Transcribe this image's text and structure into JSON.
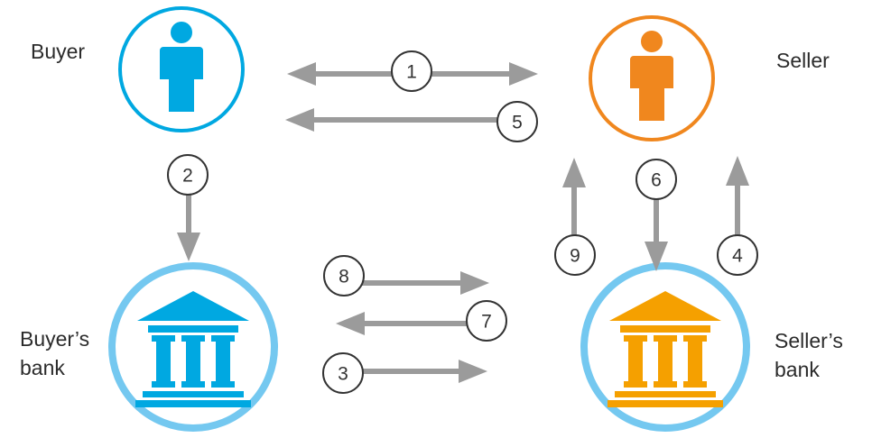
{
  "parties": {
    "buyer": {
      "label": "Buyer"
    },
    "seller": {
      "label": "Seller"
    },
    "buyers_bank": {
      "label_line1": "Buyer’s",
      "label_line2": "bank"
    },
    "sellers_bank": {
      "label_line1": "Seller’s",
      "label_line2": "bank"
    }
  },
  "steps": {
    "s1": "1",
    "s2": "2",
    "s3": "3",
    "s4": "4",
    "s5": "5",
    "s6": "6",
    "s7": "7",
    "s8": "8",
    "s9": "9"
  },
  "colors": {
    "buyer": "#00a8e1",
    "seller": "#f0871e",
    "bank_ring": "#74c8f0",
    "buyers_bank_icon": "#00a8e1",
    "sellers_bank_icon": "#f5a000",
    "arrow": "#9b9b9b"
  },
  "icons": {
    "buyer": "person-icon",
    "seller": "person-icon",
    "buyers_bank": "bank-building-icon",
    "sellers_bank": "bank-building-icon"
  }
}
